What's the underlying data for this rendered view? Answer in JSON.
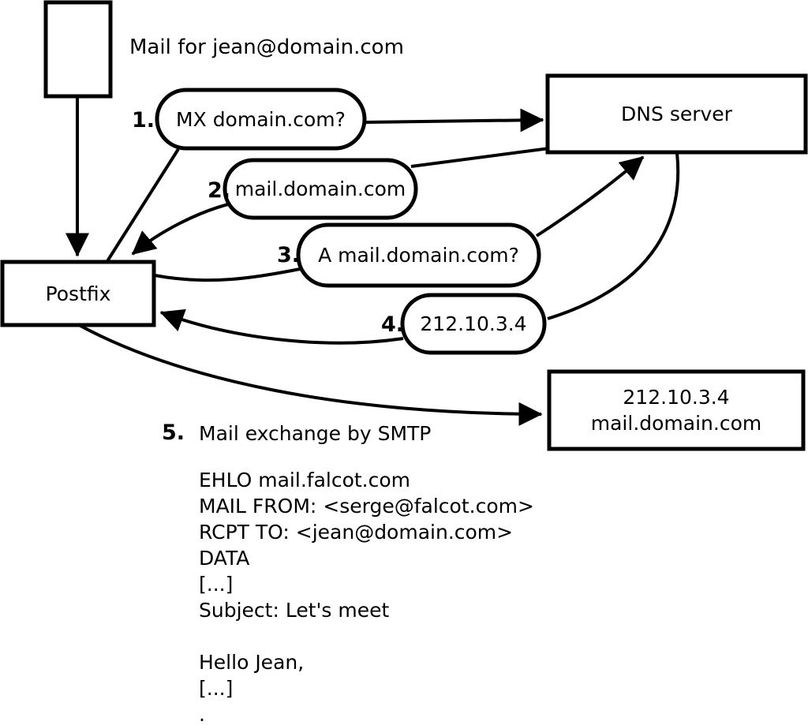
{
  "diagram": {
    "note": "Mail for jean@domain.com",
    "nodes": {
      "postfix": {
        "label": "Postfix"
      },
      "dns": {
        "label": "DNS server"
      },
      "mail_server": {
        "line1": "212.10.3.4",
        "line2": "mail.domain.com"
      }
    },
    "steps": [
      {
        "num": "1.",
        "label": "MX domain.com?"
      },
      {
        "num": "2.",
        "label": "mail.domain.com"
      },
      {
        "num": "3.",
        "label": "A mail.domain.com?"
      },
      {
        "num": "4.",
        "label": "212.10.3.4"
      },
      {
        "num": "5.",
        "label": "Mail exchange by SMTP"
      }
    ],
    "smtp_session": "EHLO mail.falcot.com\nMAIL FROM: <serge@falcot.com>\nRCPT TO: <jean@domain.com>\nDATA\n[...]\nSubject: Let's meet\n\nHello Jean,\n[...]\n.",
    "colors": {
      "stroke": "#000000",
      "fill": "#ffffff"
    }
  }
}
